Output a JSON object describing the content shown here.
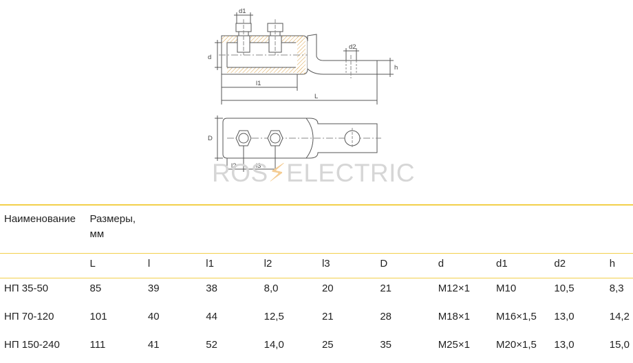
{
  "drawing": {
    "dim_labels": {
      "d1": "d1",
      "d2": "d2",
      "d": "d",
      "h": "h",
      "l1": "l1",
      "L": "L",
      "D": "D",
      "l2": "l2",
      "l3": "l3"
    },
    "watermark": {
      "left": "ROS",
      "bolt": "⚡",
      "right": "ELECTRIC"
    }
  },
  "table": {
    "name_header": "Наименование",
    "dims_header_line1": "Размеры,",
    "dims_header_line2": "мм",
    "columns": [
      "L",
      "l",
      "l1",
      "l2",
      "l3",
      "D",
      "d",
      "d1",
      "d2",
      "h"
    ],
    "rows": [
      {
        "name": "НП 35-50",
        "values": [
          "85",
          "39",
          "38",
          "8,0",
          "20",
          "21",
          "М12×1",
          "М10",
          "10,5",
          "8,3"
        ]
      },
      {
        "name": "НП 70-120",
        "values": [
          "101",
          "40",
          "44",
          "12,5",
          "21",
          "28",
          "М18×1",
          "М16×1,5",
          "13,0",
          "14,2"
        ]
      },
      {
        "name": "НП 150-240",
        "values": [
          "111",
          "41",
          "52",
          "14,0",
          "25",
          "35",
          "М25×1",
          "М20×1,5",
          "13,0",
          "15,0"
        ]
      }
    ]
  }
}
